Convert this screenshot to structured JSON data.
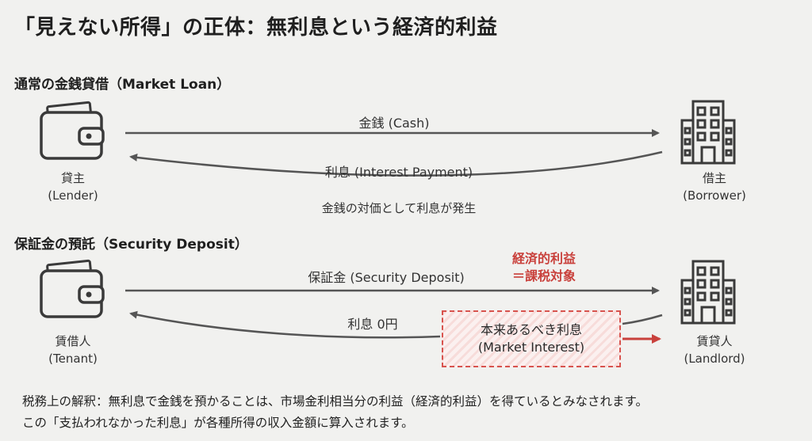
{
  "title": "「見えない所得」の正体：無利息という経済的利益",
  "market": {
    "heading": "通常の金銭貸借（Market Loan）",
    "lender": {
      "name": "貸主",
      "en": "(Lender)"
    },
    "borrower": {
      "name": "借主",
      "en": "(Borrower)"
    },
    "cash_label": "金銭 (Cash)",
    "interest_label": "利息 (Interest Payment)",
    "caption": "金銭の対価として利息が発生"
  },
  "deposit": {
    "heading": "保証金の預託（Security Deposit）",
    "tenant": {
      "name": "賃借人",
      "en": "(Tenant)"
    },
    "landlord": {
      "name": "賃貸人",
      "en": "(Landlord)"
    },
    "deposit_label": "保証金 (Security Deposit)",
    "interest_label": "利息  0円",
    "benefit_line1": "経済的利益",
    "benefit_line2": "＝課税対象",
    "market_interest_line1": "本来あるべき利息",
    "market_interest_line2": "(Market Interest)"
  },
  "footer": {
    "line1": "税務上の解釈：無利息で金銭を預かることは、市場金利相当分の利益（経済的利益）を得ているとみなされます。",
    "line2": "この「支払われなかった利息」が各種所得の収入金額に算入されます。"
  },
  "colors": {
    "arrow": "#555555",
    "accent": "#c9413c"
  }
}
